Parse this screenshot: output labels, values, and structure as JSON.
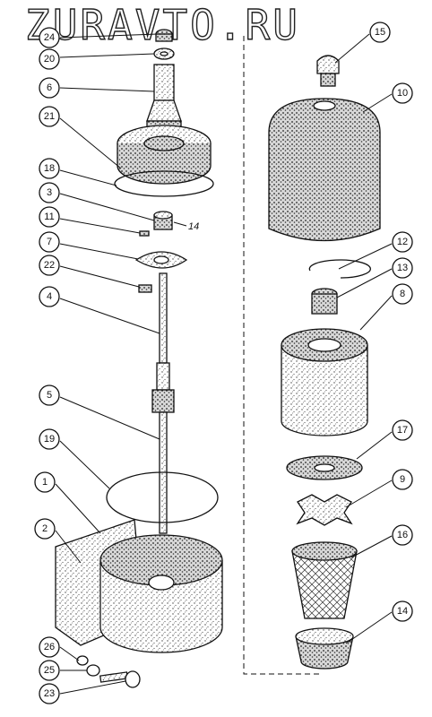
{
  "watermark": "ZURAVTO.RU",
  "labels": {
    "p24": "24",
    "p20": "20",
    "p6": "6",
    "p21": "21",
    "p18": "18",
    "p3": "3",
    "p11": "11",
    "p14a": "14",
    "p7": "7",
    "p22": "22",
    "p4": "4",
    "p5": "5",
    "p19": "19",
    "p1": "1",
    "p2": "2",
    "p26": "26",
    "p25": "25",
    "p23": "23",
    "p15": "15",
    "p10": "10",
    "p12": "12",
    "p13": "13",
    "p8": "8",
    "p17": "17",
    "p9": "9",
    "p16": "16",
    "p14b": "14"
  }
}
